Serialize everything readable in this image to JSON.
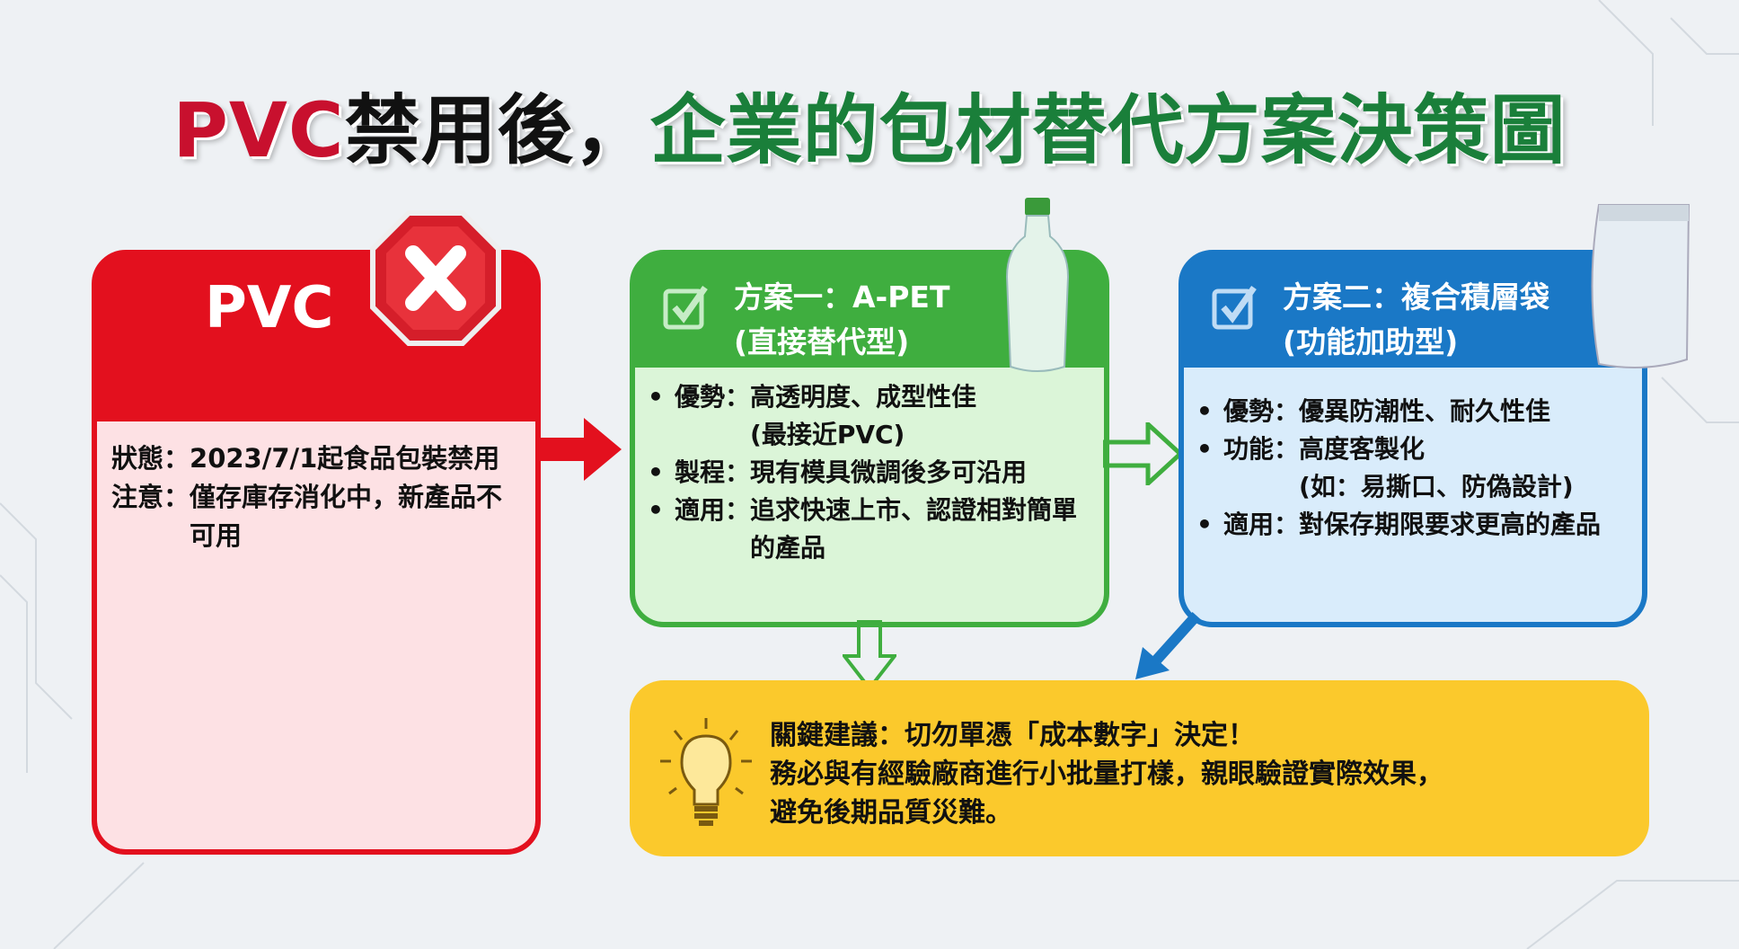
{
  "title": {
    "part1": "PVC",
    "part2": "禁用後，",
    "part3": "企業的包材替代方案決策圖"
  },
  "pvc": {
    "heading": "PVC",
    "rows": [
      {
        "key": "狀態：",
        "value": "2023/7/1起食品包裝禁用"
      },
      {
        "key": "注意：",
        "value": "僅存庫存消化中，新產品不可用"
      }
    ]
  },
  "option1": {
    "title": "方案一：A-PET",
    "subtitle": "(直接替代型)",
    "items": [
      {
        "key": "優勢：",
        "value": "高透明度、成型性佳",
        "note": "(最接近PVC)"
      },
      {
        "key": "製程：",
        "value": "現有模具微調後多可沿用"
      },
      {
        "key": "適用：",
        "value": "追求快速上市、認證相對簡單的產品"
      }
    ]
  },
  "option2": {
    "title": "方案二：複合積層袋",
    "subtitle": "(功能加助型)",
    "items": [
      {
        "key": "優勢：",
        "value": "優異防潮性、耐久性佳"
      },
      {
        "key": "功能：",
        "value": "高度客製化",
        "note": "(如：易撕口、防偽設計)"
      },
      {
        "key": "適用：",
        "value": "對保存期限要求更高的產品"
      }
    ]
  },
  "advice": {
    "line1": "關鍵建議：切勿單憑「成本數字」決定！",
    "line2": "務必與有經驗廠商進行小批量打樣，親眼驗證實際效果，",
    "line3": "避免後期品質災難。"
  },
  "colors": {
    "red": "#e3101e",
    "green": "#3fae3f",
    "blue": "#1a78c6",
    "yellow": "#fbc92c"
  }
}
